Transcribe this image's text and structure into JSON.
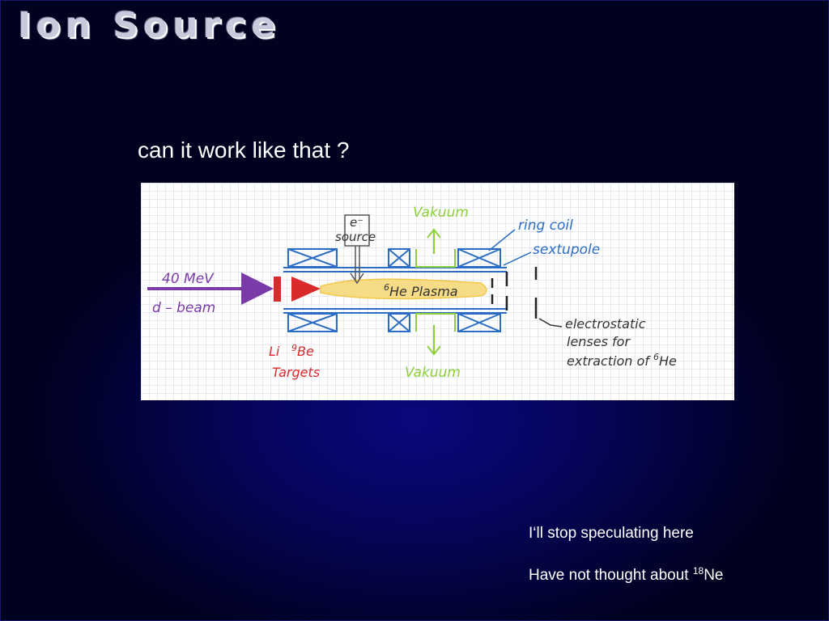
{
  "slide": {
    "title": "Ion Source",
    "subtitle": "can it work like that ?"
  },
  "diagram": {
    "labels": {
      "beam_energy": "40 MeV",
      "beam_name": "d – beam",
      "electron": "e⁻",
      "electron_source": "source",
      "plasma_sup": "6",
      "plasma": "He Plasma",
      "vacuum_top": "Vakuum",
      "vacuum_bottom": "Vakuum",
      "ring_coil": "ring coil",
      "sextupole": "sextupole",
      "targets_li": "Li",
      "targets_be_sup": "9",
      "targets_be": "Be",
      "targets": "Targets",
      "lenses_line1": "electrostatic",
      "lenses_line2": "lenses for",
      "lenses_line3": "extraction of",
      "lenses_sup": "6",
      "lenses_he": "He"
    },
    "colors": {
      "paper": "#ffffff",
      "grid": "#cfd6e2",
      "coil": "#2b6cc4",
      "beam": "#7a3aa8",
      "target": "#d92b2b",
      "vacuum": "#8fcf3a",
      "plasma": "#f2c84a",
      "ink": "#333333"
    }
  },
  "notes": {
    "line1": "I‘ll stop speculating here",
    "line2_prefix": "Have not thought about ",
    "line2_sup": "18",
    "line2_suffix": "Ne"
  }
}
